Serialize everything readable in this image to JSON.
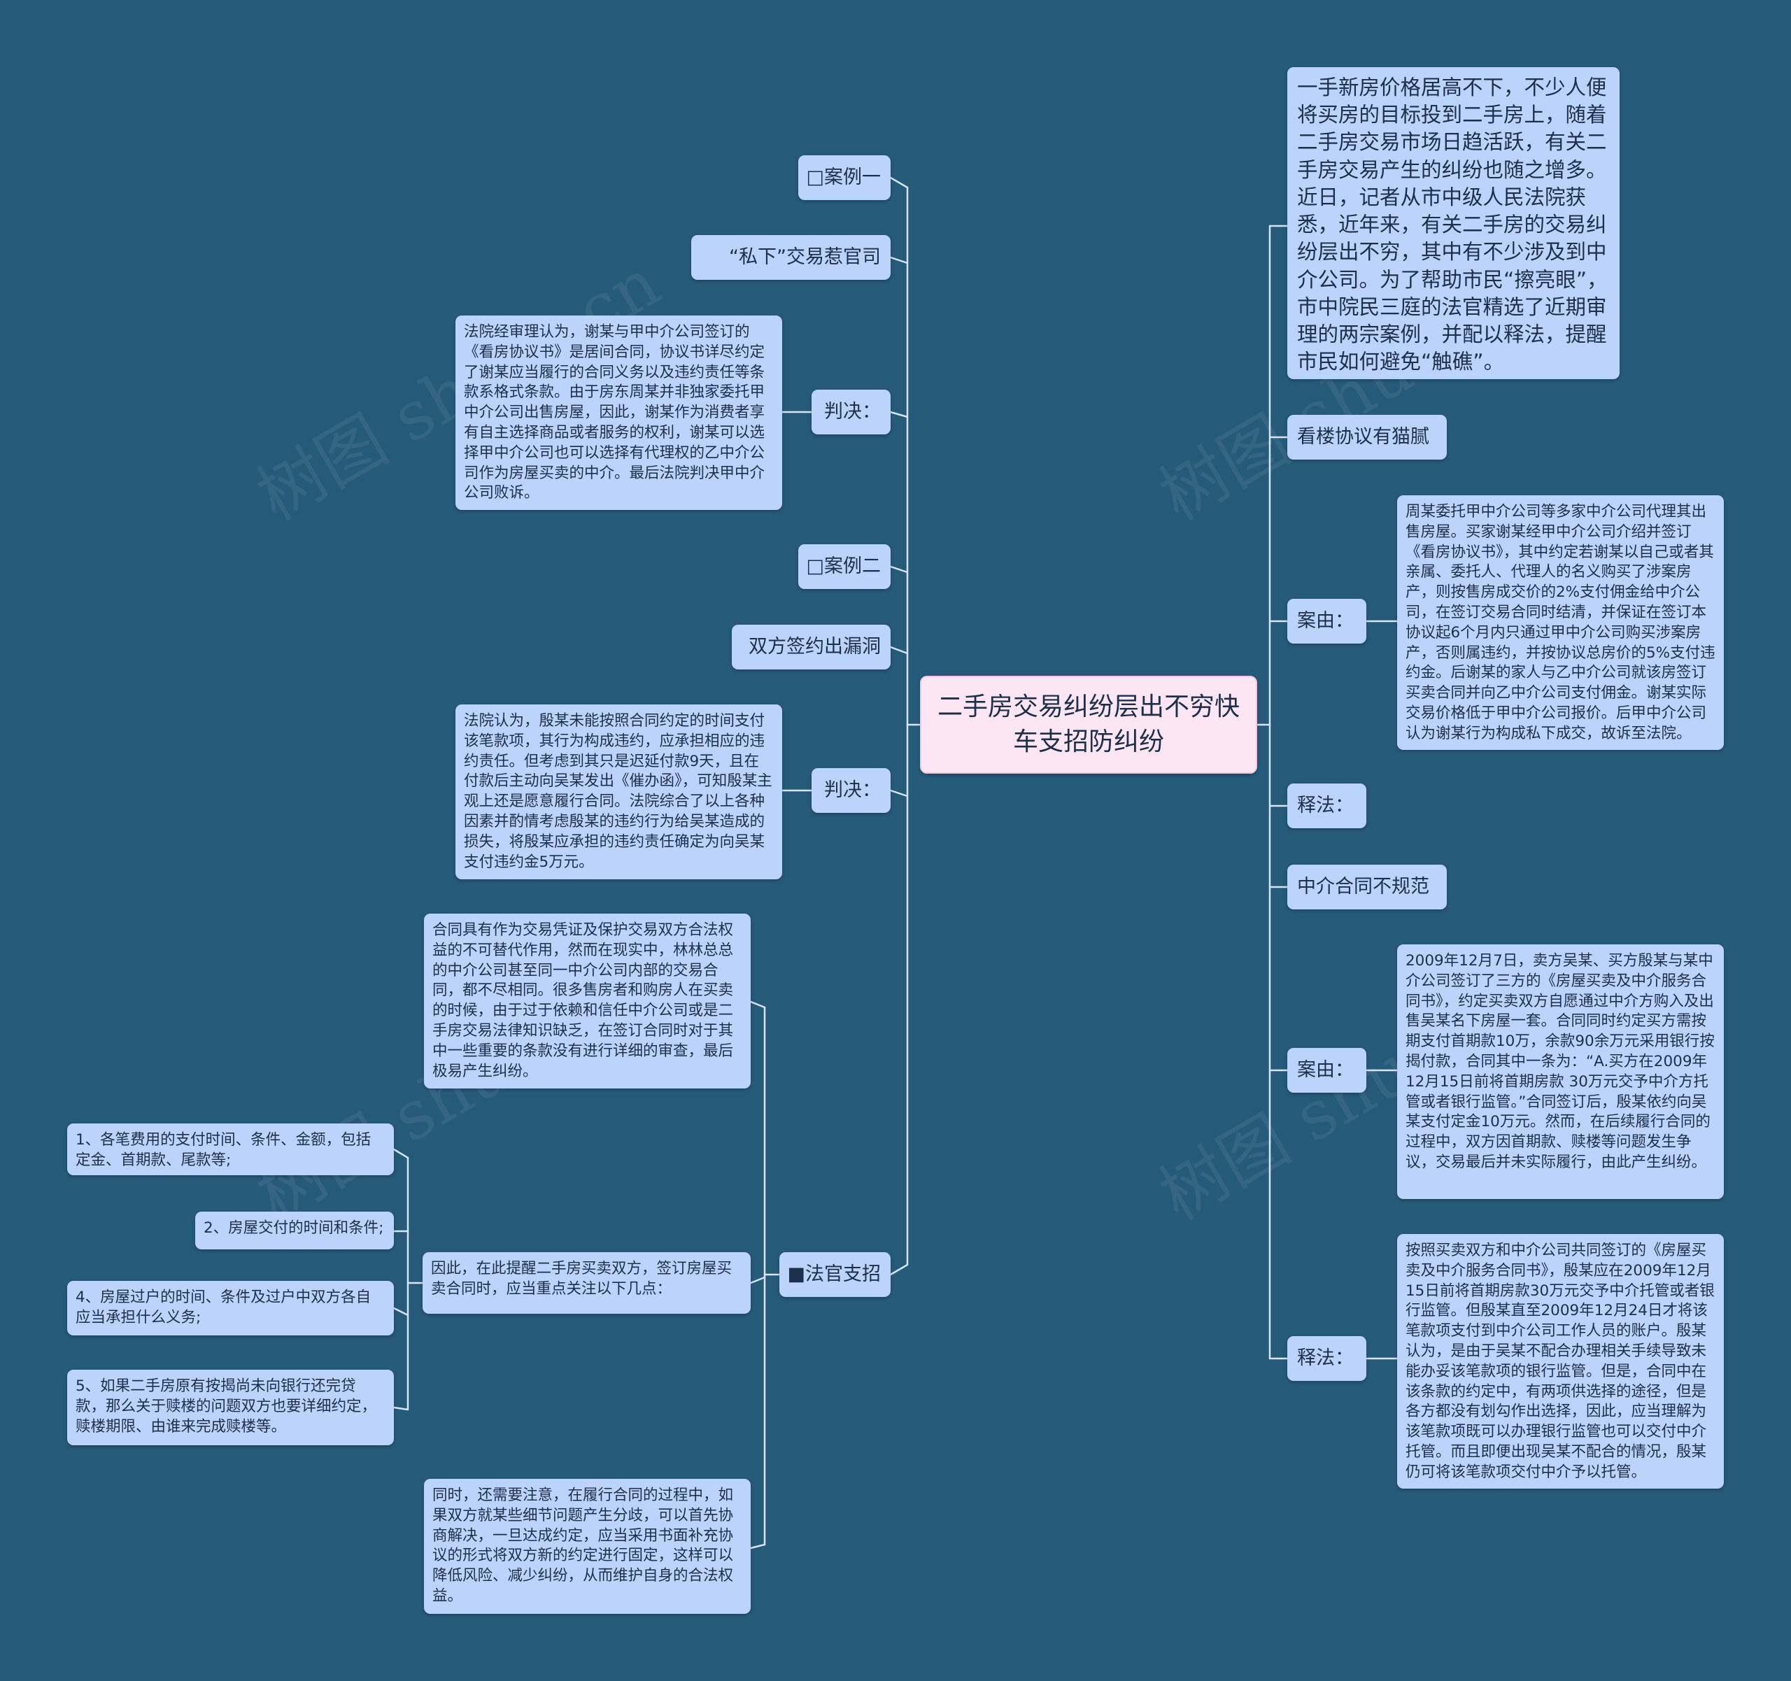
{
  "root": {
    "title": "二手房交易纠纷层出不穷快车支招防纠纷"
  },
  "left": {
    "case1": "□案例一",
    "case1_title": "“私下”交易惹官司",
    "verdict_label": "判决：",
    "verdict1_text": "法院经审理认为，谢某与甲中介公司签订的《看房协议书》是居间合同，协议书详尽约定了谢某应当履行的合同义务以及违约责任等条款系格式条款。由于房东周某并非独家委托甲中介公司出售房屋，因此，谢某作为消费者享有自主选择商品或者服务的权利，谢某可以选择甲中介公司也可以选择有代理权的乙中介公司作为房屋买卖的中介。最后法院判决甲中介公司败诉。",
    "case2": "□案例二",
    "case2_title": "双方签约出漏洞",
    "verdict2_text": "法院认为，殷某未能按照合同约定的时间支付该笔款项，其行为构成违约，应承担相应的违约责任。但考虑到其只是迟延付款9天，且在付款后主动向吴某发出《催办函》，可知殷某主观上还是愿意履行合同。法院综合了以上各种因素并酌情考虑殷某的违约行为给吴某造成的损失，将殷某应承担的违约责任确定为向吴某支付违约金5万元。",
    "tips": "■法官支招",
    "tips_intro": "合同具有作为交易凭证及保护交易双方合法权益的不可替代作用，然而在现实中，林林总总的中介公司甚至同一中介公司内部的交易合同，都不尽相同。很多售房者和购房人在买卖的时候，由于过于依赖和信任中介公司或是二手房交易法律知识缺乏，在签订合同时对于其中一些重要的条款没有进行详细的审查，最后极易产生纠纷。",
    "tips_remind": "因此，在此提醒二手房买卖双方，签订房屋买卖合同时，应当重点关注以下几点：",
    "points": [
      "1、各笔费用的支付时间、条件、金额，包括定金、首期款、尾款等;",
      "2、房屋交付的时间和条件;",
      "4、房屋过户的时间、条件及过户中双方各自应当承担什么义务;",
      "5、如果二手房原有按揭尚未向银行还完贷款，那么关于赎楼的问题双方也要详细约定，赎楼期限、由谁来完成赎楼等。"
    ],
    "tips_also": "同时，还需要注意，在履行合同的过程中，如果双方就某些细节问题产生分歧，可以首先协商解决，一旦达成约定，应当采用书面补充协议的形式将双方新的约定进行固定，这样可以降低风险、减少纠纷，从而维护自身的合法权益。"
  },
  "right": {
    "intro": "一手新房价格居高不下，不少人便将买房的目标投到二手房上，随着二手房交易市场日趋活跃，有关二手房交易产生的纠纷也随之增多。近日，记者从市中级人民法院获悉，近年来，有关二手房的交易纠纷层出不穷，其中有不少涉及到中介公司。为了帮助市民“擦亮眼”，市中院民三庭的法官精选了近期审理的两宗案例，并配以释法，提醒市民如何避免“触礁”。",
    "agreement": "看楼协议有猫腻",
    "cause_label": "案由：",
    "cause1_text": "周某委托甲中介公司等多家中介公司代理其出售房屋。买家谢某经甲中介公司介绍并签订《看房协议书》，其中约定若谢某以自己或者其亲属、委托人、代理人的名义购买了涉案房产，则按售房成交价的2%支付佣金给中介公司，在签订交易合同时结清，并保证在签订本协议起6个月内只通过甲中介公司购买涉案房产，否则属违约，并按协议总房价的5%支付违约金。后谢某的家人与乙中介公司就该房签订买卖合同并向乙中介公司支付佣金。谢某实际交易价格低于甲中介公司报价。后甲中介公司认为谢某行为构成私下成交，故诉至法院。",
    "explain_label": "释法：",
    "contract": "中介合同不规范",
    "cause2_text": "2009年12月7日，卖方吴某、买方殷某与某中介公司签订了三方的《房屋买卖及中介服务合同书》，约定买卖双方自愿通过中介方购入及出售吴某名下房屋一套。合同同时约定买方需按期支付首期款10万，余款90余万元采用银行按揭付款，合同其中一条为：“A.买方在2009年12月15日前将首期房款 30万元交予中介方托管或者银行监管。”合同签订后，殷某依约向吴某支付定金10万元。然而，在后续履行合同的过程中，双方因首期款、赎楼等问题发生争议，交易最后并未实际履行，由此产生纠纷。",
    "explain2_text": "按照买卖双方和中介公司共同签订的《房屋买卖及中介服务合同书》，殷某应在2009年12月15日前将首期房款30万元交予中介托管或者银行监管。但殷某直至2009年12月24日才将该笔款项支付到中介公司工作人员的账户。殷某认为，是由于吴某不配合办理相关手续导致未能办妥该笔款项的银行监管。但是，合同中在该条款的约定中，有两项供选择的途径，但是各方都没有划勾作出选择，因此，应当理解为该笔款项既可以办理银行监管也可以交付中介托管。而且即便出现吴某不配合的情况，殷某仍可将该笔款项交付中介予以托管。"
  },
  "watermark": "树图 shutu.cn",
  "colors": {
    "background": "#265a79",
    "node": "#bcd3fb",
    "root": "#fde6f3",
    "line": "#d6e4ff"
  }
}
